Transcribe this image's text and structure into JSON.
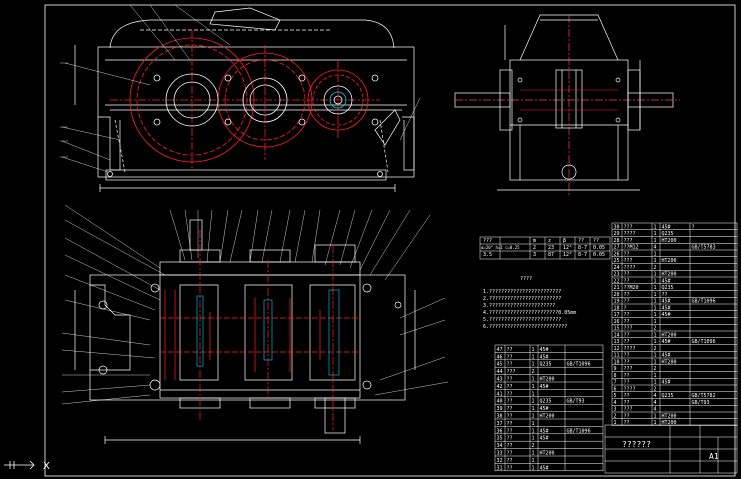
{
  "drawing": {
    "notes_title": "????",
    "notes_lines": [
      "1.????????????????????????",
      "2.????????????????????????",
      "3.??????????????????????",
      "4.???????????????????????0.05mm",
      "5.????????????????????????",
      "6.??????????????????????????"
    ],
    "scale_text": "A1",
    "title_text": "??????",
    "ucs_label": "X"
  },
  "colors": {
    "outline": "#ffffff",
    "gear": "#ff2020",
    "accent": "#00d0ff",
    "center": "#ff4040"
  },
  "params_table": {
    "rows": [
      [
        "???",
        "m",
        "z",
        "β",
        "??",
        "??",
        "??",
        "??"
      ],
      [
        "α=20° h=1 c=0.25",
        "2",
        "23",
        "12°",
        "8-7",
        "7",
        "8",
        "0.05"
      ],
      [
        "3.5",
        "3",
        "87",
        "12°",
        "8-7",
        "7",
        "8",
        "0.05"
      ]
    ]
  },
  "bom_right": {
    "rows": [
      [
        "30",
        "???",
        "1",
        "45#",
        "?"
      ],
      [
        "29",
        "????",
        "1",
        "Q235",
        ""
      ],
      [
        "28",
        "???",
        "1",
        "HT200",
        ""
      ],
      [
        "27",
        "??M12",
        "4",
        "",
        "GB/T5783"
      ],
      [
        "26",
        "??",
        "1",
        "",
        ""
      ],
      [
        "25",
        "???",
        "1",
        "HT200",
        ""
      ],
      [
        "24",
        "????",
        "2",
        "",
        ""
      ],
      [
        "23",
        "??",
        "1",
        "HT200",
        ""
      ],
      [
        "22",
        "??",
        "1",
        "45#",
        ""
      ],
      [
        "21",
        "??M20",
        "1",
        "Q235",
        ""
      ],
      [
        "20",
        "??",
        "1",
        "??",
        ""
      ],
      [
        "19",
        "??",
        "1",
        "45#",
        "GB/T1096"
      ],
      [
        "18",
        "?",
        "1",
        "45#",
        ""
      ],
      [
        "17",
        "??",
        "1",
        "45#",
        ""
      ],
      [
        "16",
        "??",
        "1",
        "",
        ""
      ],
      [
        "15",
        "???",
        "2",
        "",
        ""
      ],
      [
        "14",
        "??",
        "1",
        "HT200",
        ""
      ],
      [
        "13",
        "??",
        "1",
        "45#",
        "GB/T1096"
      ],
      [
        "12",
        "????",
        "2",
        "",
        ""
      ],
      [
        "11",
        "??",
        "1",
        "45#",
        ""
      ],
      [
        "10",
        "??",
        "1",
        "HT200",
        ""
      ],
      [
        "9",
        "???",
        "2",
        "",
        ""
      ],
      [
        "8",
        "??",
        "1",
        "",
        ""
      ],
      [
        "7",
        "??",
        "1",
        "45#",
        ""
      ],
      [
        "6",
        "????",
        "2",
        "",
        ""
      ],
      [
        "5",
        "??",
        "4",
        "Q235",
        "GB/T5782"
      ],
      [
        "4",
        "??",
        "4",
        "",
        "GB/T93"
      ],
      [
        "3",
        "???",
        "4",
        "",
        ""
      ],
      [
        "2",
        "??",
        "1",
        "HT200",
        ""
      ],
      [
        "1",
        "??",
        "1",
        "HT200",
        ""
      ]
    ]
  },
  "bom_left": {
    "rows": [
      [
        "47",
        "??",
        "1",
        "45#",
        ""
      ],
      [
        "46",
        "??",
        "1",
        "45#",
        ""
      ],
      [
        "45",
        "??",
        "1",
        "Q235",
        "GB/T1096"
      ],
      [
        "44",
        "???",
        "2",
        "",
        ""
      ],
      [
        "43",
        "??",
        "1",
        "HT200",
        ""
      ],
      [
        "42",
        "??",
        "1",
        "45#",
        ""
      ],
      [
        "41",
        "??",
        "1",
        "",
        ""
      ],
      [
        "40",
        "??",
        "1",
        "Q235",
        "GB/T93"
      ],
      [
        "39",
        "??",
        "1",
        "45#",
        ""
      ],
      [
        "38",
        "??",
        "1",
        "HT200",
        ""
      ],
      [
        "37",
        "??",
        "1",
        "",
        ""
      ],
      [
        "36",
        "??",
        "1",
        "45#",
        "GB/T1096"
      ],
      [
        "35",
        "??",
        "1",
        "45#",
        ""
      ],
      [
        "34",
        "??",
        "2",
        "",
        ""
      ],
      [
        "33",
        "??",
        "1",
        "HT200",
        ""
      ],
      [
        "32",
        "??",
        "1",
        "",
        ""
      ],
      [
        "31",
        "??",
        "1",
        "45#",
        ""
      ]
    ]
  }
}
